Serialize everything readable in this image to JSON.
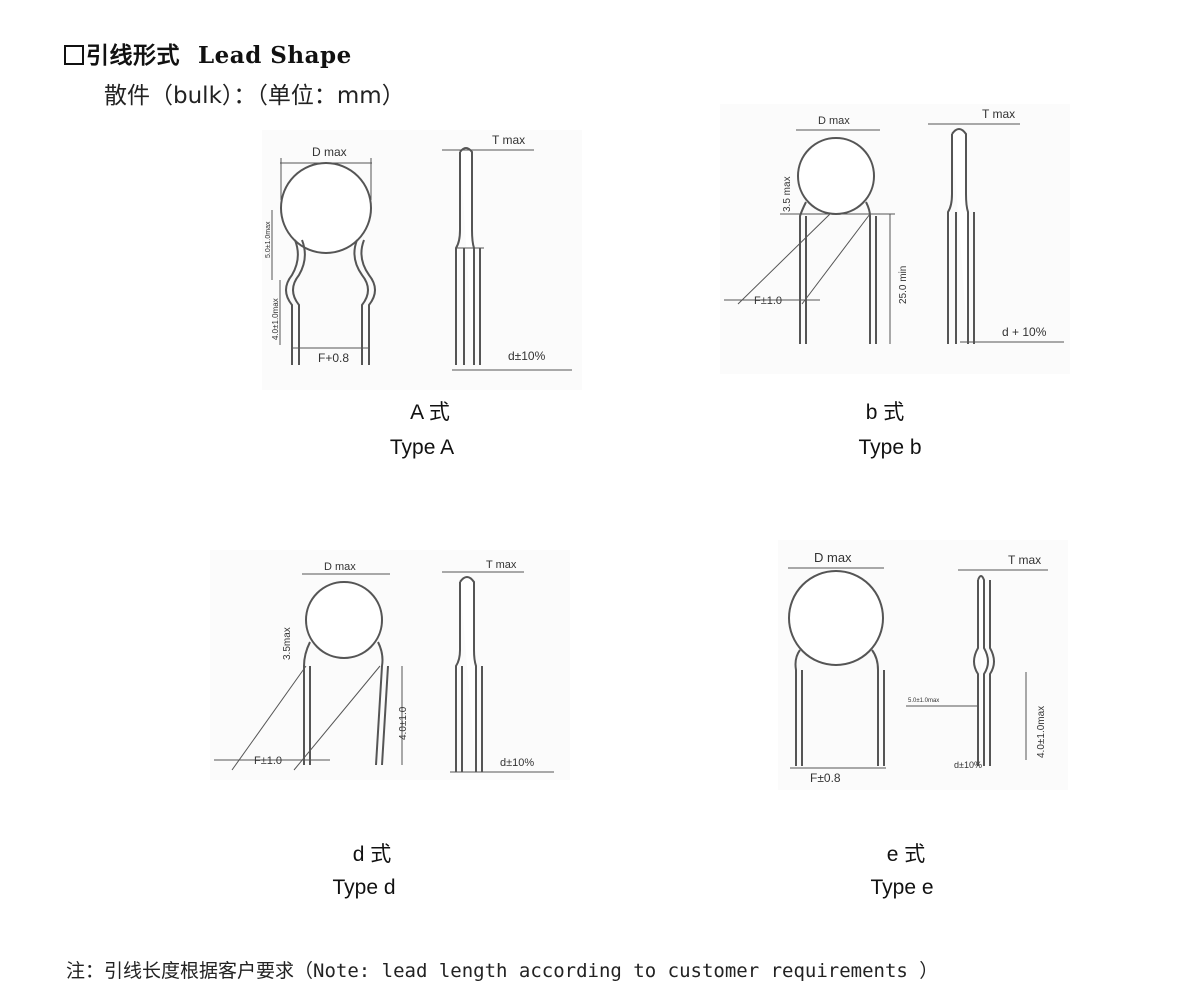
{
  "header": {
    "title_cn": "引线形式",
    "title_en": "Lead Shape",
    "subtitle": "散件（bulk）：（单位：mm）"
  },
  "figures": [
    {
      "id": "type-a",
      "caption_cn": "A 式",
      "caption_en": "Type A",
      "labels": {
        "d_max": "D max",
        "t_max": "T max",
        "lead_pitch": "F+0.8",
        "lead_dia": "d±10%",
        "side_dim_1": "5.0±1.0max",
        "side_dim_2": "4.0±1.0max"
      }
    },
    {
      "id": "type-b",
      "caption_cn": "b 式",
      "caption_en": "Type b",
      "labels": {
        "d_max": "D max",
        "t_max": "T max",
        "lead_pitch": "F±1.0",
        "lead_dia": "d + 10%",
        "coating": "3.5 max",
        "lead_len": "25.0 min"
      }
    },
    {
      "id": "type-d",
      "caption_cn": "d 式",
      "caption_en": "Type d",
      "labels": {
        "d_max": "D max",
        "t_max": "T max",
        "lead_pitch": "F±1.0",
        "lead_dia": "d±10%",
        "coating": "3.5max",
        "lead_len": "4.0±1.0"
      }
    },
    {
      "id": "type-e",
      "caption_cn": "e 式",
      "caption_en": "Type e",
      "labels": {
        "d_max": "D max",
        "t_max": "T max",
        "lead_pitch": "F±0.8",
        "lead_dia": "d±10%",
        "kink": "4.0±1.0max",
        "side_note": "5.0±1.0max"
      }
    }
  ],
  "note": {
    "prefix_cn": "注：引线长度根据客户要求",
    "text_en": "（Note: lead length according to customer requirements ）"
  }
}
